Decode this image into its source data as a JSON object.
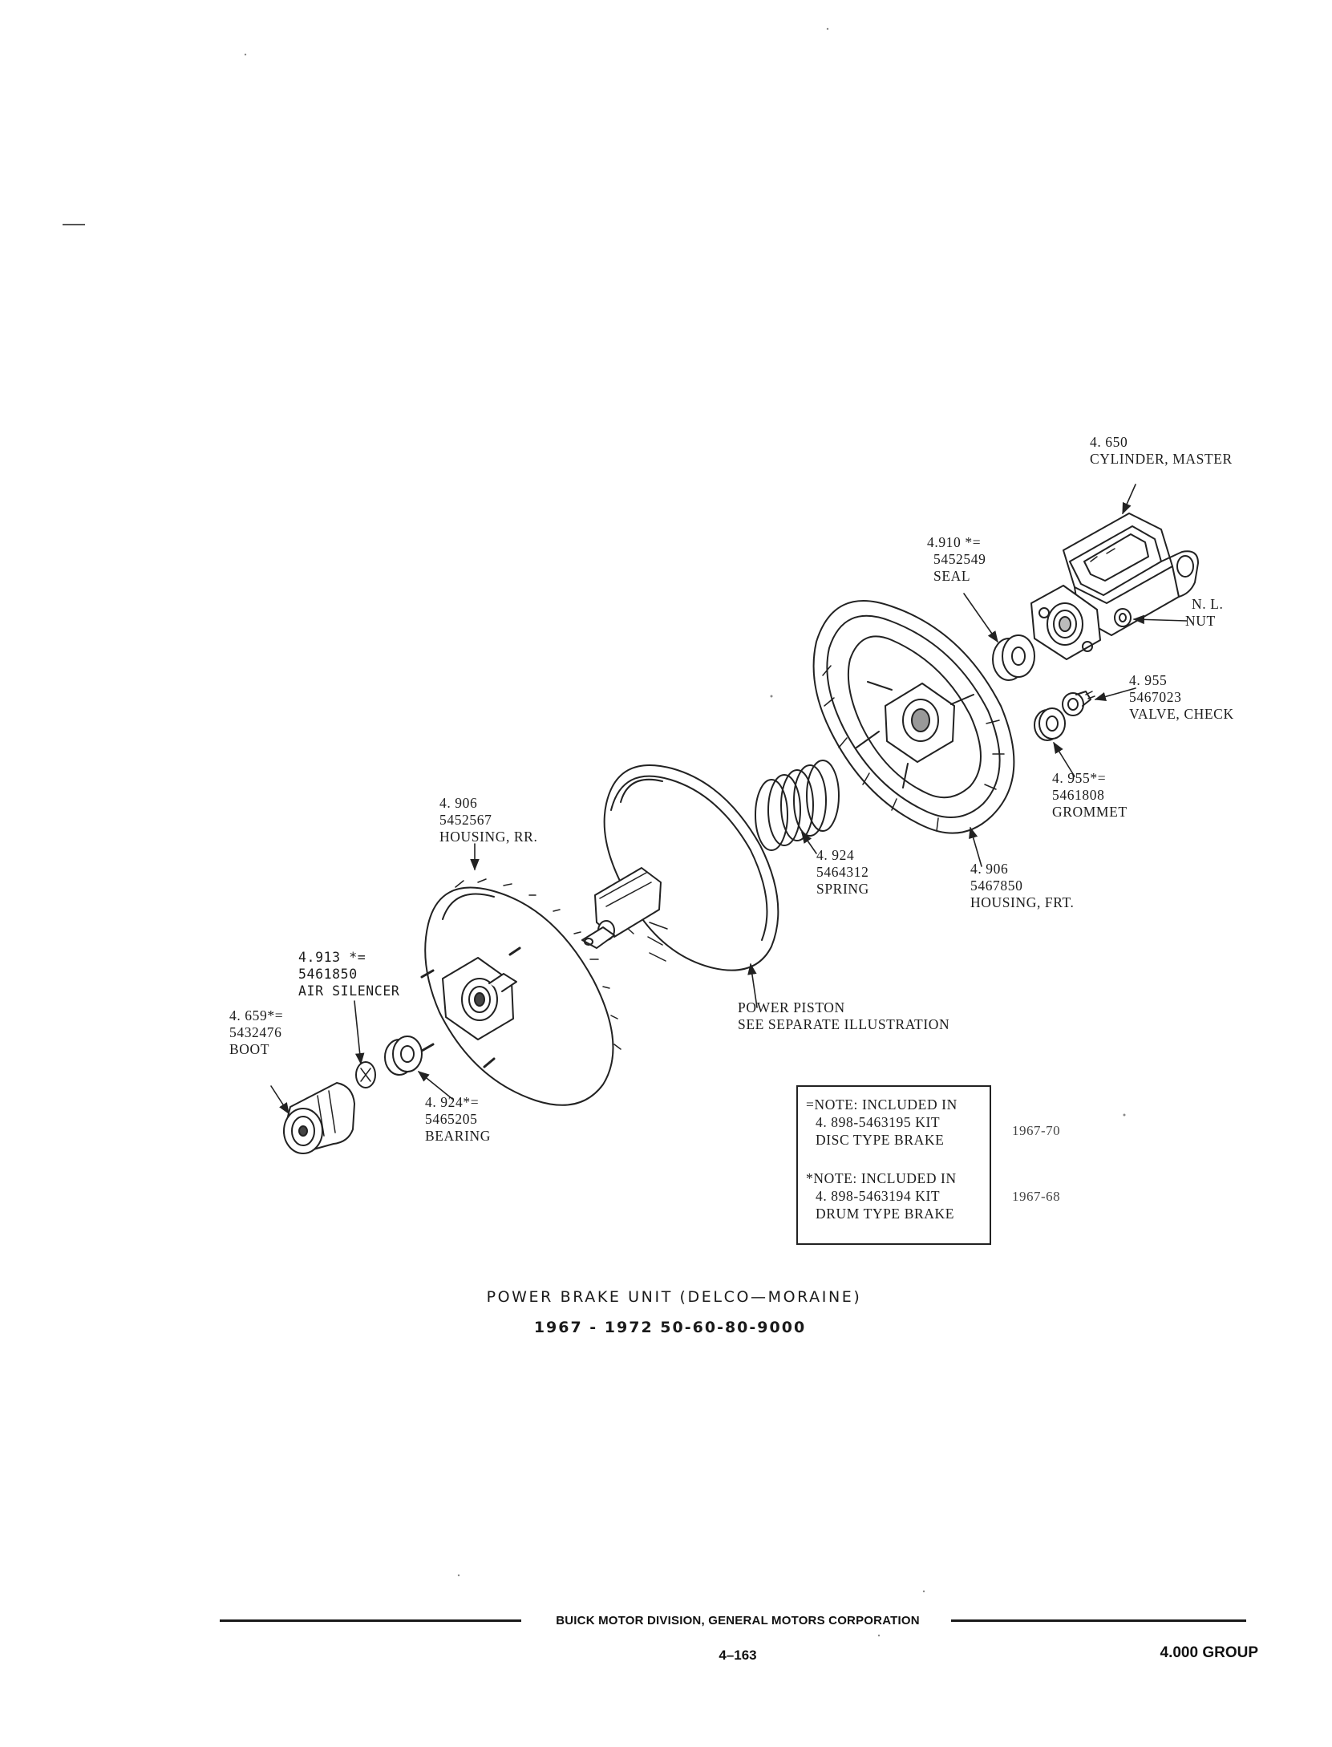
{
  "labels": {
    "master_cylinder": [
      "4. 650",
      "CYLINDER, MASTER"
    ],
    "seal": [
      "4.910 *=",
      "5452549",
      "SEAL"
    ],
    "nut": [
      "N. L.",
      "NUT"
    ],
    "check_valve": [
      "4. 955",
      "5467023",
      "VALVE, CHECK"
    ],
    "grommet": [
      "4. 955*=",
      "5461808",
      "GROMMET"
    ],
    "housing_rear": [
      "4. 906",
      "5452567",
      "HOUSING, RR."
    ],
    "spring": [
      "4. 924",
      "5464312",
      "SPRING"
    ],
    "housing_front": [
      "4. 906",
      "5467850",
      "HOUSING, FRT."
    ],
    "air_silencer": [
      "4.913 *=",
      "5461850",
      "AIR SILENCER"
    ],
    "boot": [
      "4. 659*=",
      "5432476",
      "BOOT"
    ],
    "power_piston": [
      "POWER PISTON",
      "SEE SEPARATE ILLUSTRATION"
    ],
    "bearing": [
      "4. 924*=",
      "5465205",
      "BEARING"
    ]
  },
  "notes": {
    "disc": [
      "=NOTE: INCLUDED IN",
      "4. 898-5463195 KIT",
      "DISC TYPE BRAKE"
    ],
    "drum": [
      "*NOTE: INCLUDED IN",
      "4. 898-5463194 KIT",
      "DRUM TYPE BRAKE"
    ],
    "disc_years": "1967-70",
    "drum_years": "1967-68"
  },
  "caption": {
    "title": "POWER BRAKE UNIT (DELCO—MORAINE)",
    "subtitle": "1967 - 1972   50-60-80-9000"
  },
  "footer": {
    "organization": "BUICK MOTOR DIVISION, GENERAL MOTORS CORPORATION",
    "page_number": "4–163",
    "group": "4.000 GROUP"
  }
}
